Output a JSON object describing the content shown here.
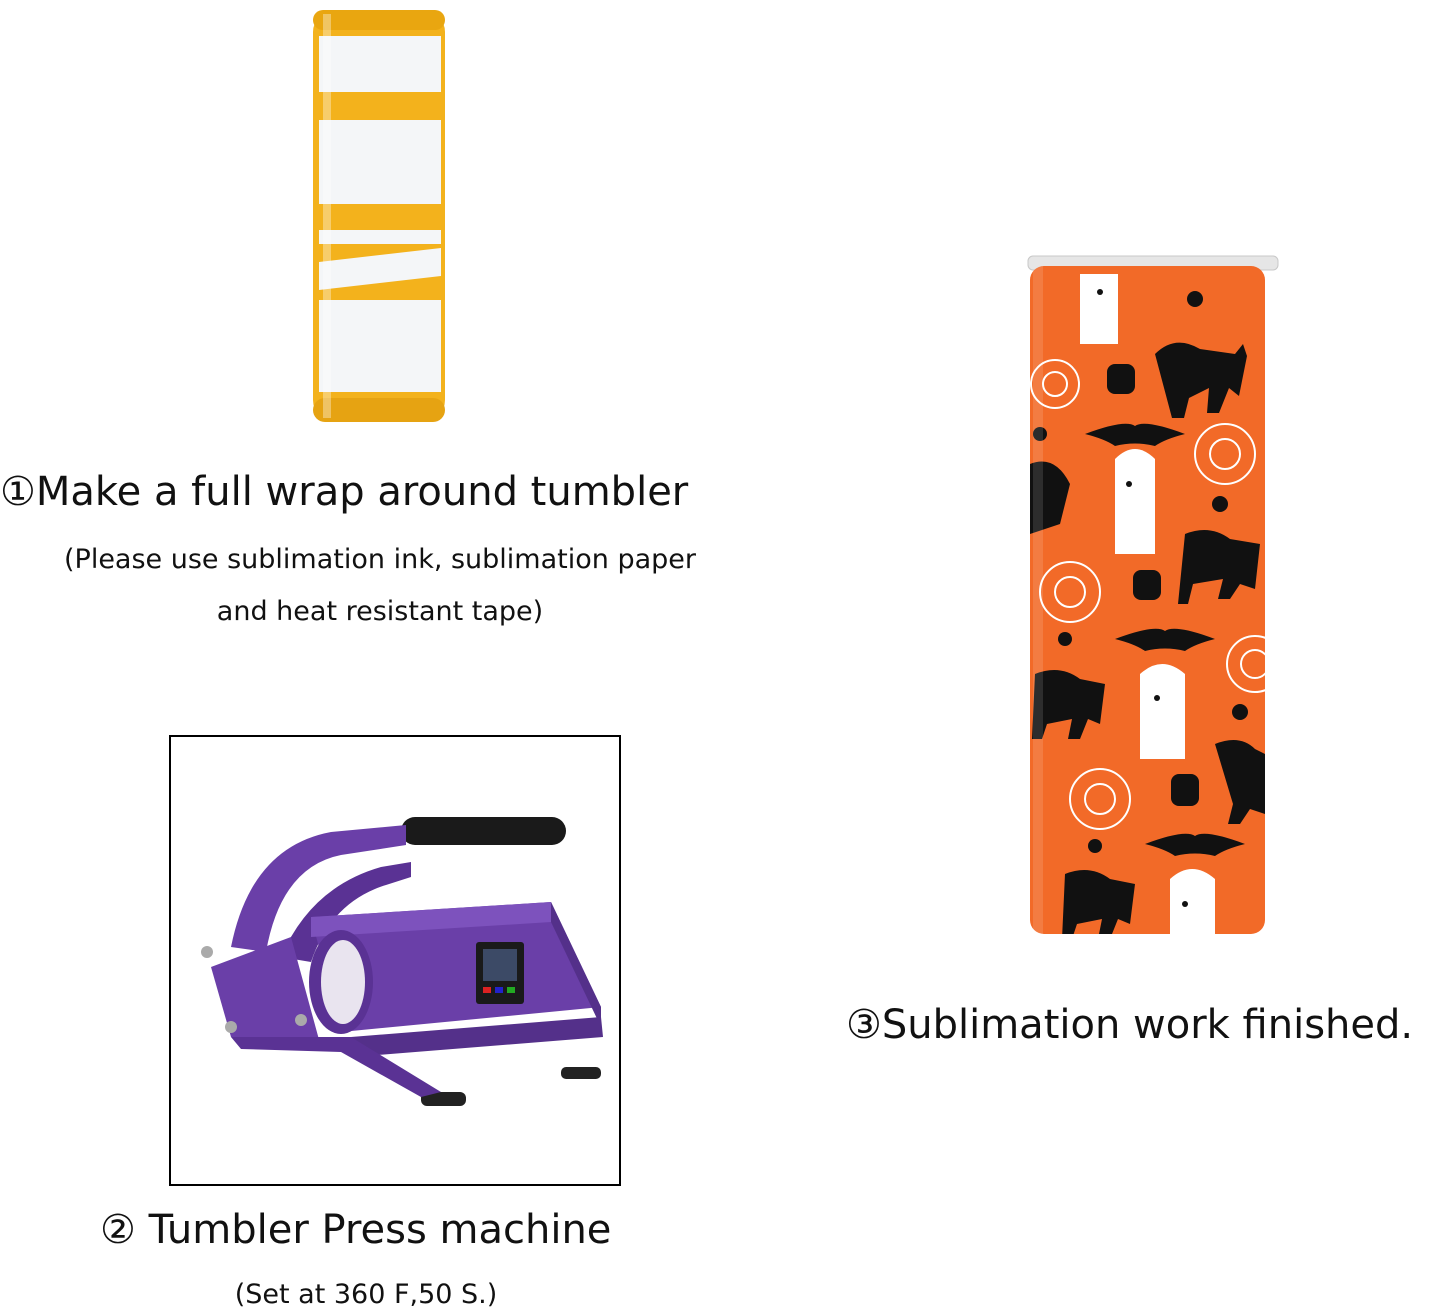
{
  "steps": [
    {
      "title": "①Make a full wrap around tumbler",
      "note_line1": "(Please use sublimation ink, sublimation paper",
      "note_line2": "and heat resistant tape)"
    },
    {
      "title": "② Tumbler Press machine",
      "note_line1": "(Set at 360 F,50 S.)"
    },
    {
      "title": "③Sublimation work finished."
    }
  ],
  "colors": {
    "tape": "#f3b21c",
    "wrap_paper": "#f4f6f8",
    "press_body": "#6a3fa8",
    "tumbler_pattern_bg": "#f26a28",
    "frame_border": "#000000"
  },
  "icons": {
    "wrapped_tumbler": "wrapped-tumbler-photo",
    "press_machine": "tumbler-press-photo",
    "finished_tumbler": "halloween-tumbler-photo"
  }
}
